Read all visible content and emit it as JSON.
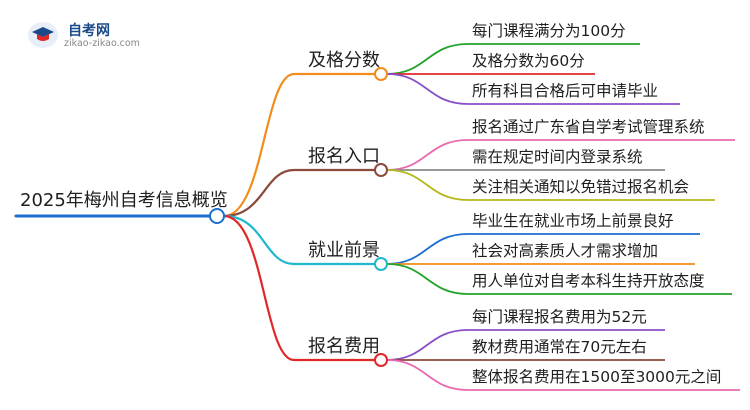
{
  "logo": {
    "title": "自考网",
    "url": "zikao-zikao.com"
  },
  "mindmap": {
    "root": "2025年梅州自考信息概览",
    "branches": [
      {
        "label": "及格分数",
        "color": "#f28c1c",
        "children": [
          {
            "label": "每门课程满分为100分",
            "color": "#22a32a"
          },
          {
            "label": "及格分数为60分",
            "color": "#e02828"
          },
          {
            "label": "所有科目合格后可申请毕业",
            "color": "#8a4fc8"
          }
        ]
      },
      {
        "label": "报名入口",
        "color": "#8b4a3c",
        "children": [
          {
            "label": "报名通过广东省自学考试管理系统",
            "color": "#e86ab0"
          },
          {
            "label": "需在规定时间内登录系统",
            "color": "#8a8a8a"
          },
          {
            "label": "关注相关通知以免错过报名机会",
            "color": "#b5b81c"
          }
        ]
      },
      {
        "label": "就业前景",
        "color": "#1fb8cc",
        "children": [
          {
            "label": "毕业生在就业市场上前景良好",
            "color": "#1a6fd0"
          },
          {
            "label": "社会对高素质人才需求增加",
            "color": "#f28c1c"
          },
          {
            "label": "用人单位对自考本科生持开放态度",
            "color": "#22a32a"
          }
        ]
      },
      {
        "label": "报名费用",
        "color": "#e02828",
        "children": [
          {
            "label": "每门课程报名费用为52元",
            "color": "#8a4fc8"
          },
          {
            "label": "教材费用通常在70元左右",
            "color": "#8b4a3c"
          },
          {
            "label": "整体报名费用在1500至3000元之间",
            "color": "#e86ab0"
          }
        ]
      }
    ],
    "root_color": "#1a6fd0"
  }
}
